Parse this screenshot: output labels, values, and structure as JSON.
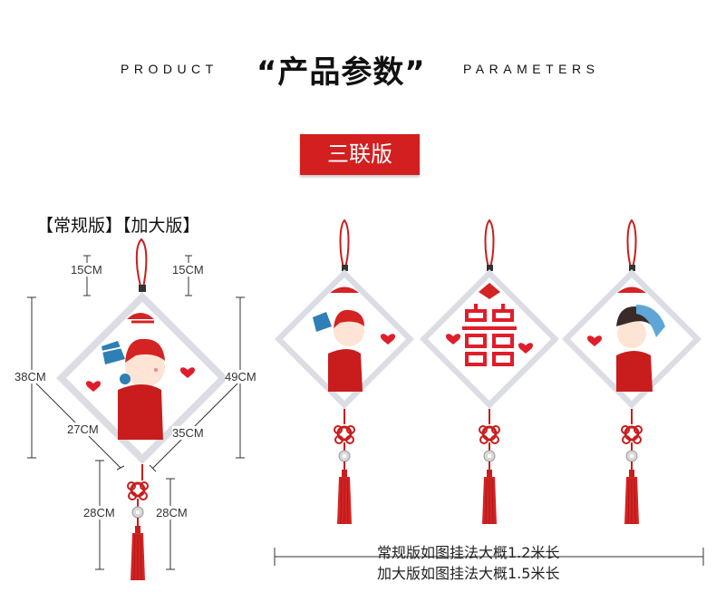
{
  "header": {
    "product": "PRODUCT",
    "title": "“产品参数”",
    "parameters": "PARAMETERS"
  },
  "badge": "三联版",
  "versions": {
    "labels": "【常规版】【加大版】"
  },
  "dimensions": {
    "regular_top": "15CM",
    "large_top": "15CM",
    "regular_height": "38CM",
    "large_height": "49CM",
    "regular_side": "27CM",
    "large_side": "35CM",
    "regular_tassel": "28CM",
    "large_tassel": "28CM"
  },
  "notes": {
    "regular": "常规版如图挂法大概1.2米长",
    "large": "加大版如图挂法大概1.5米长"
  },
  "colors": {
    "accent_red": "#d31f1f",
    "frame_grey": "#dcdde4",
    "cord_red": "#c91d1d"
  }
}
